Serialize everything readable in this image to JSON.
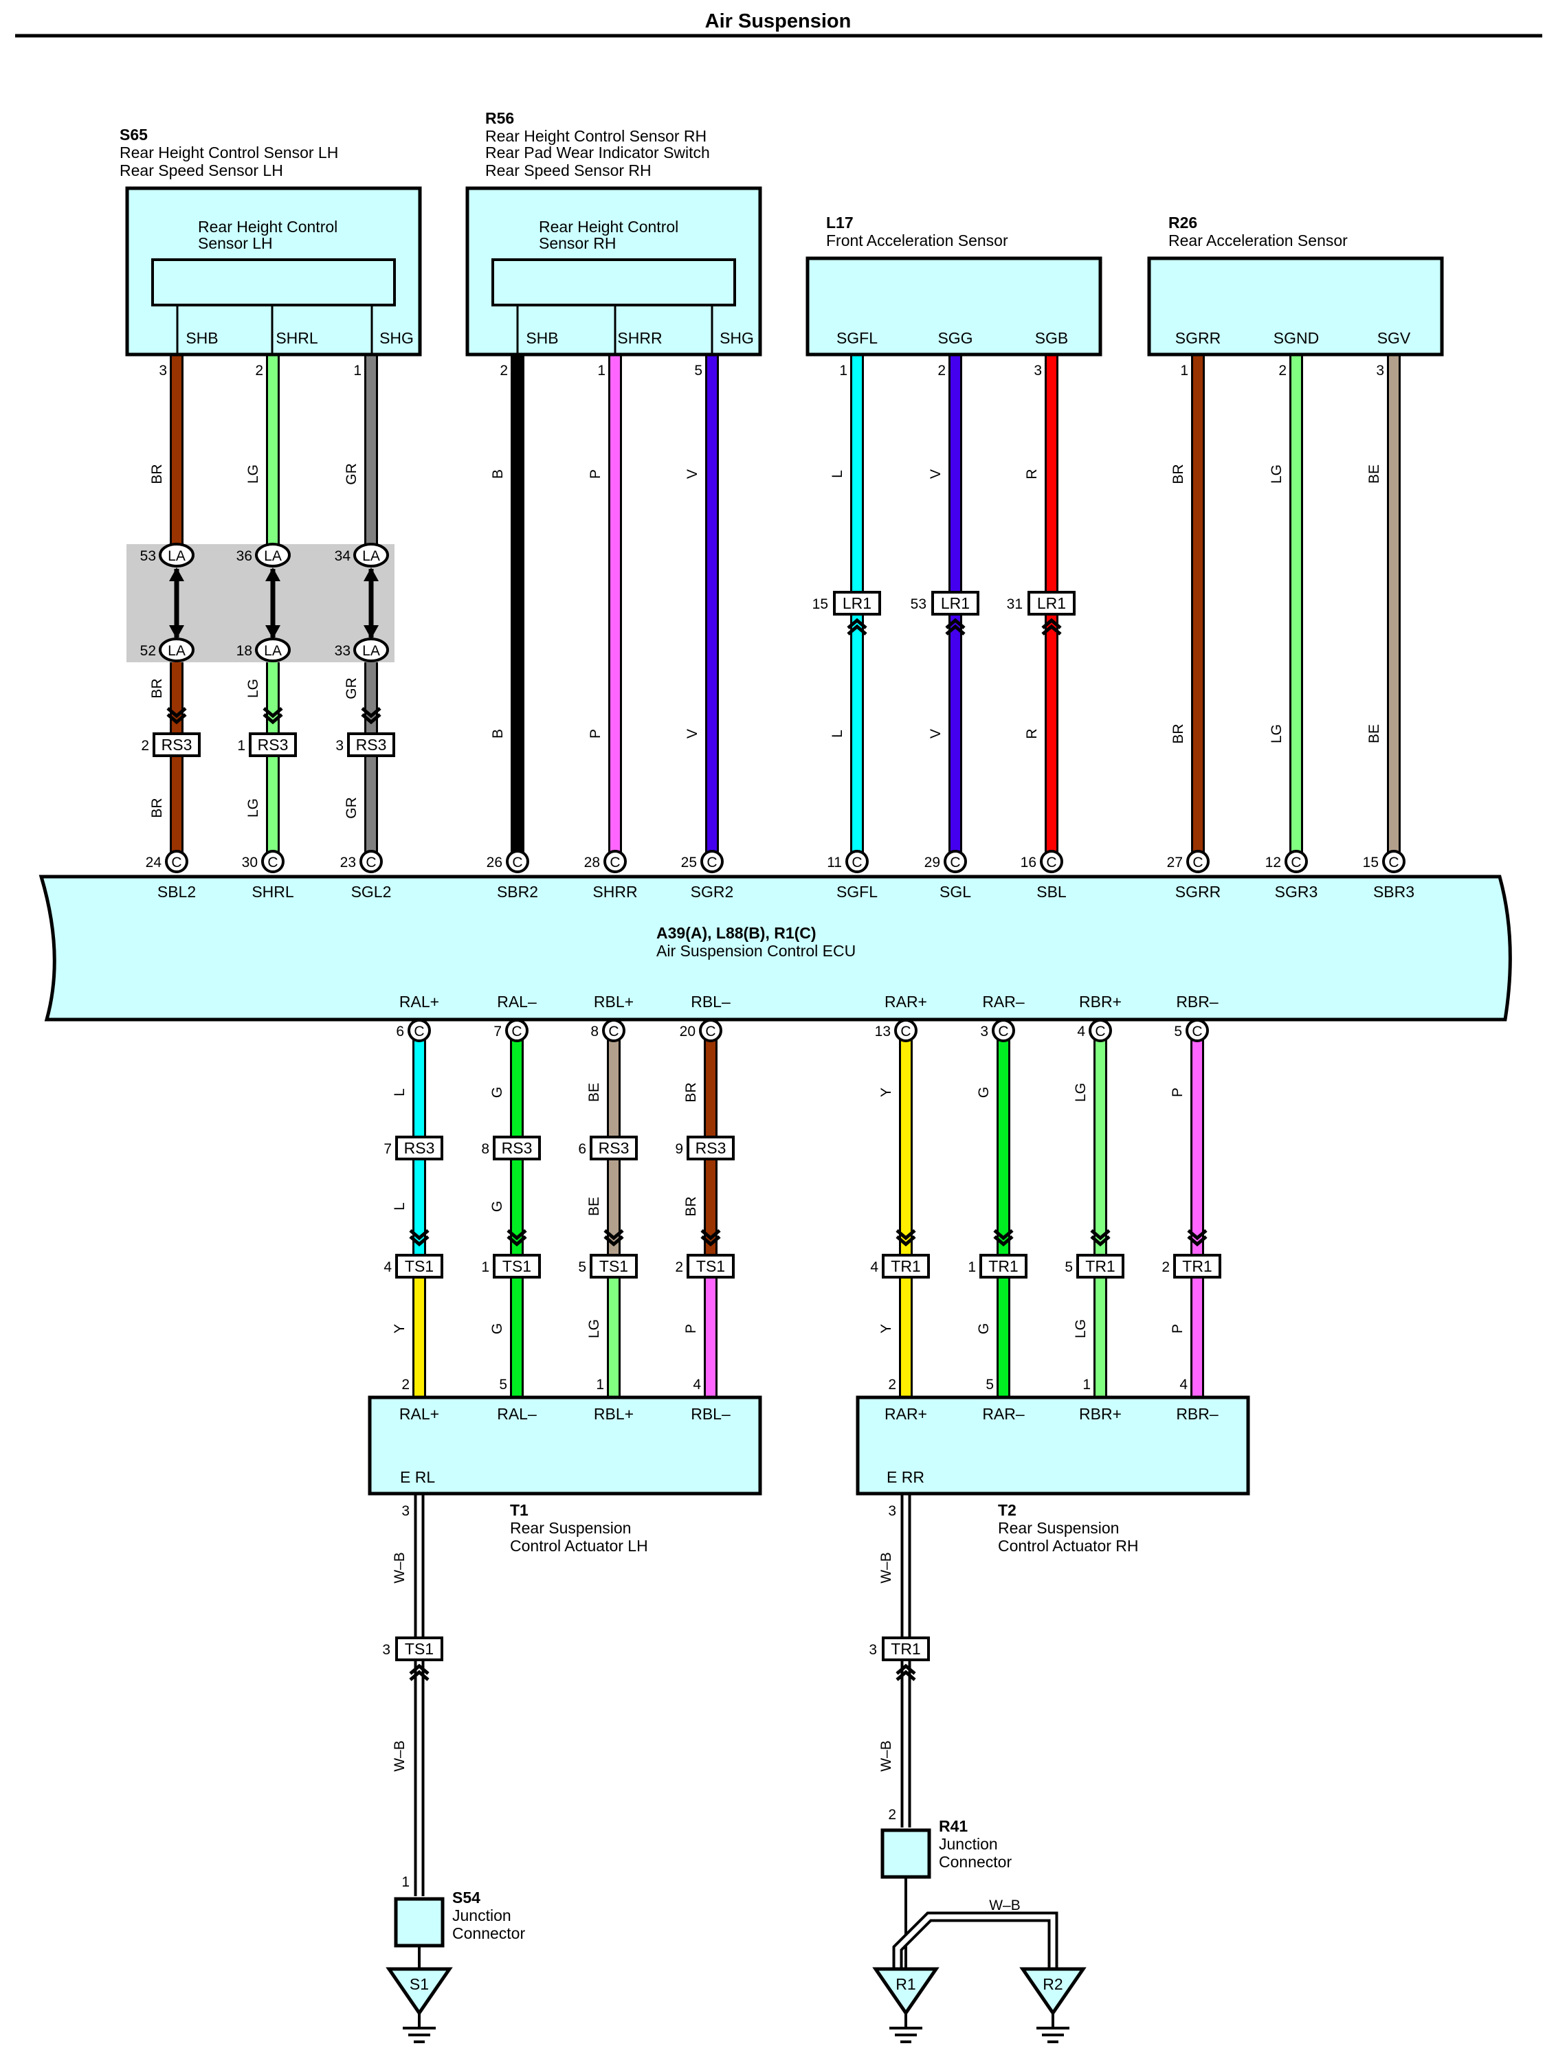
{
  "title": "Air Suspension",
  "colors": {
    "BR": "#993300",
    "LG": "#80ff80",
    "GR": "#808080",
    "B": "#000000",
    "P": "#ff66ff",
    "V": "#4400ee",
    "L": "#00ffff",
    "R": "#ff0000",
    "BE": "#b3a08c",
    "Y": "#ffee00",
    "G": "#00ee22",
    "box_fill": "#ccffff",
    "splice_fill": "#cccccc"
  },
  "components": {
    "s65": {
      "ref": "S65",
      "name1": "Rear Height Control Sensor LH",
      "name2": "Rear Speed Sensor LH",
      "inner1": "Rear Height Control",
      "inner2": "Sensor LH",
      "pins": [
        "SHB",
        "SHRL",
        "SHG"
      ]
    },
    "r56": {
      "ref": "R56",
      "name1": "Rear Height Control Sensor RH",
      "name2": "Rear Pad Wear Indicator Switch",
      "name3": "Rear Speed Sensor RH",
      "inner1": "Rear Height Control",
      "inner2": "Sensor RH",
      "pins": [
        "SHB",
        "SHRR",
        "SHG"
      ]
    },
    "l17": {
      "ref": "L17",
      "name": "Front Acceleration Sensor",
      "pins": [
        "SGFL",
        "SGG",
        "SGB"
      ]
    },
    "r26": {
      "ref": "R26",
      "name": "Rear Acceleration Sensor",
      "pins": [
        "SGRR",
        "SGND",
        "SGV"
      ]
    },
    "ecu": {
      "ref": "A39(A), L88(B), R1(C)",
      "name": "Air Suspension Control ECU",
      "pins_top": [
        "SBL2",
        "SHRL",
        "SGL2",
        "SBR2",
        "SHRR",
        "SGR2",
        "SGFL",
        "SGL",
        "SBL",
        "SGRR",
        "SGR3",
        "SBR3"
      ],
      "pins_bottom": [
        "RAL+",
        "RAL–",
        "RBL+",
        "RBL–",
        "RAR+",
        "RAR–",
        "RBR+",
        "RBR–"
      ]
    },
    "t1": {
      "ref": "T1",
      "name1": "Rear Suspension",
      "name2": "Control Actuator LH",
      "pins": [
        "RAL+",
        "RAL–",
        "RBL+",
        "RBL–"
      ],
      "ground": "E RL"
    },
    "t2": {
      "ref": "T2",
      "name1": "Rear Suspension",
      "name2": "Control Actuator RH",
      "pins": [
        "RAR+",
        "RAR–",
        "RBR+",
        "RBR–"
      ],
      "ground": "E RR"
    },
    "s54": {
      "ref": "S54",
      "name1": "Junction",
      "name2": "Connector"
    },
    "r41": {
      "ref": "R41",
      "name1": "Junction",
      "name2": "Connector"
    }
  },
  "grounds": [
    "S1",
    "R1",
    "R2"
  ],
  "upper_wires": [
    {
      "sensor_pin": "3",
      "color": "BR",
      "la_top": "53",
      "la_bottom": "52",
      "rs3": "2",
      "ecu_pin": "24"
    },
    {
      "sensor_pin": "2",
      "color": "LG",
      "la_top": "36",
      "la_bottom": "18",
      "rs3": "1",
      "ecu_pin": "30"
    },
    {
      "sensor_pin": "1",
      "color": "GR",
      "la_top": "34",
      "la_bottom": "33",
      "rs3": "3",
      "ecu_pin": "23"
    },
    {
      "sensor_pin": "2",
      "color": "B",
      "ecu_pin": "26"
    },
    {
      "sensor_pin": "1",
      "color": "P",
      "ecu_pin": "28"
    },
    {
      "sensor_pin": "5",
      "color": "V",
      "ecu_pin": "25"
    },
    {
      "sensor_pin": "1",
      "color": "L",
      "lr1": "15",
      "ecu_pin": "11"
    },
    {
      "sensor_pin": "2",
      "color": "V",
      "lr1": "53",
      "ecu_pin": "29"
    },
    {
      "sensor_pin": "3",
      "color": "R",
      "lr1": "31",
      "ecu_pin": "16"
    },
    {
      "sensor_pin": "1",
      "color": "BR",
      "ecu_pin": "27"
    },
    {
      "sensor_pin": "2",
      "color": "LG",
      "ecu_pin": "12"
    },
    {
      "sensor_pin": "3",
      "color": "BE",
      "ecu_pin": "15"
    }
  ],
  "lower_wires": [
    {
      "ecu_pin": "6",
      "color_top": "L",
      "rs3": "7",
      "conn": "TS1",
      "conn_pin": "4",
      "color_bottom": "Y",
      "act_pin": "2"
    },
    {
      "ecu_pin": "7",
      "color_top": "G",
      "rs3": "8",
      "conn": "TS1",
      "conn_pin": "1",
      "color_bottom": "G",
      "act_pin": "5"
    },
    {
      "ecu_pin": "8",
      "color_top": "BE",
      "rs3": "6",
      "conn": "TS1",
      "conn_pin": "5",
      "color_bottom": "LG",
      "act_pin": "1"
    },
    {
      "ecu_pin": "20",
      "color_top": "BR",
      "rs3": "9",
      "conn": "TS1",
      "conn_pin": "2",
      "color_bottom": "P",
      "act_pin": "4"
    },
    {
      "ecu_pin": "13",
      "color_top": "Y",
      "conn": "TR1",
      "conn_pin": "4",
      "color_bottom": "Y",
      "act_pin": "2"
    },
    {
      "ecu_pin": "3",
      "color_top": "G",
      "conn": "TR1",
      "conn_pin": "1",
      "color_bottom": "G",
      "act_pin": "5"
    },
    {
      "ecu_pin": "4",
      "color_top": "LG",
      "conn": "TR1",
      "conn_pin": "5",
      "color_bottom": "LG",
      "act_pin": "1"
    },
    {
      "ecu_pin": "5",
      "color_top": "P",
      "conn": "TR1",
      "conn_pin": "2",
      "color_bottom": "P",
      "act_pin": "4"
    }
  ],
  "connector_labels": {
    "la": "LA",
    "rs3": "RS3",
    "lr1": "LR1",
    "ts1": "TS1",
    "tr1": "TR1",
    "c": "C"
  },
  "ground_wires": {
    "left": {
      "color": "W–B",
      "act_pin": "3",
      "ts1_pin": "3",
      "jc_pin": "1"
    },
    "right": {
      "color": "W–B",
      "act_pin": "3",
      "tr1_pin": "3",
      "jc_pin": "2",
      "branch_color": "W–B"
    }
  }
}
